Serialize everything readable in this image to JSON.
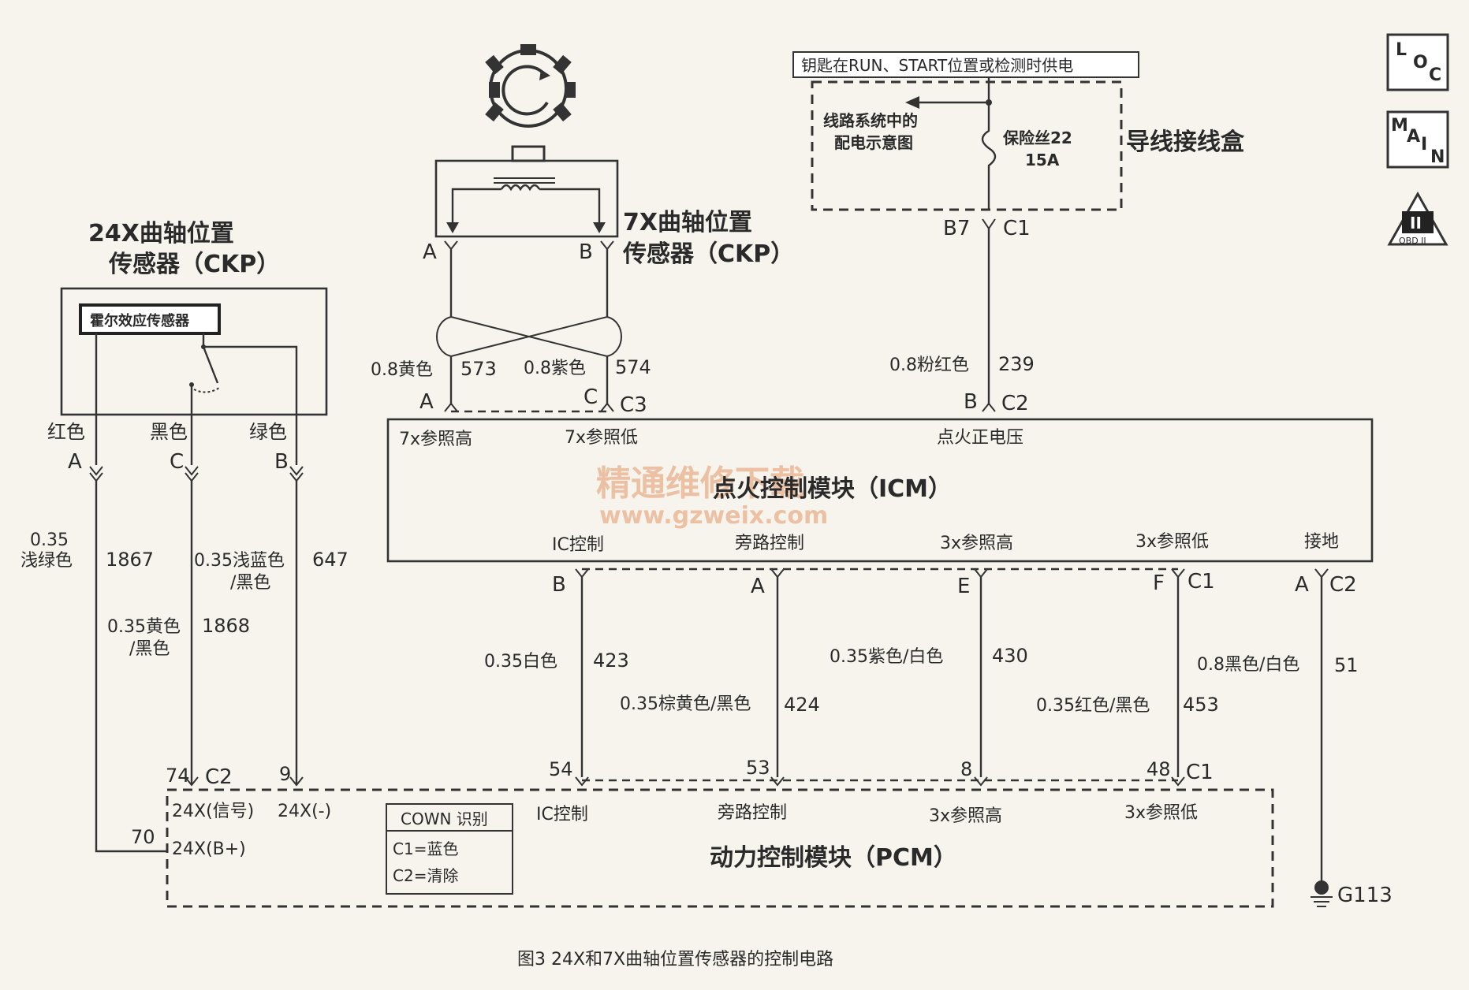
{
  "diagram": {
    "ckp24": {
      "title_line1": "24X曲轴位置",
      "title_line2": "传感器（CKP）",
      "hall_label": "霍尔效应传感器",
      "wire_colors": [
        "红色",
        "黑色",
        "绿色"
      ],
      "pins": [
        "A",
        "C",
        "B"
      ]
    },
    "ckp7": {
      "title_line1": "7X曲轴位置",
      "title_line2": "传感器（CKP）",
      "pin_a": "A",
      "pin_b": "B"
    },
    "junction": {
      "power_label": "钥匙在RUN、START位置或检测时供电",
      "dist_line1": "线路系统中的",
      "dist_line2": "配电示意图",
      "fuse_line1": "保险丝22",
      "fuse_line2": "15A",
      "title": "导线接线盒",
      "pin": "B7",
      "conn": "C1"
    },
    "wires": {
      "w573_color": "0.8黄色",
      "w573": "573",
      "w574_color": "0.8紫色",
      "w574": "574",
      "w239_color": "0.8粉红色",
      "w239": "239",
      "w1867_color_a": "0.35",
      "w1867_color_b": "浅绿色",
      "w1867": "1867",
      "w647_color_a": "0.35浅蓝色",
      "w647_color_b": "/黑色",
      "w647": "647",
      "w1868_color_a": "0.35黄色",
      "w1868_color_b": "/黑色",
      "w1868": "1868",
      "w423_color": "0.35白色",
      "w423": "423",
      "w424_color": "0.35棕黄色/黑色",
      "w424": "424",
      "w430_color": "0.35紫色/白色",
      "w430": "430",
      "w453_color": "0.35红色/黑色",
      "w453": "453",
      "w51_color": "0.8黑色/白色",
      "w51": "51"
    },
    "icm": {
      "title": "点火控制模块（ICM）",
      "in_labels": [
        "7x参照高",
        "7x参照低",
        "点火正电压"
      ],
      "out_labels": [
        "IC控制",
        "旁路控制",
        "3x参照高",
        "3x参照低",
        "接地"
      ],
      "top_pins": [
        "A",
        "C",
        "C3",
        "B",
        "C2"
      ],
      "bottom_pins": [
        "B",
        "A",
        "E",
        "F",
        "C1",
        "A",
        "C2"
      ]
    },
    "pcm": {
      "title": "动力控制模块（PCM）",
      "labels": [
        "24X(信号)",
        "24X(-)",
        "24X(B+)",
        "IC控制",
        "旁路控制",
        "3x参照高",
        "3x参照低"
      ],
      "pins": [
        "74",
        "C2",
        "9",
        "70",
        "54",
        "53",
        "8",
        "48",
        "C1"
      ],
      "cown_title": "COWN 识别",
      "cown_c1": "C1=蓝色",
      "cown_c2": "C2=清除"
    },
    "ground": "G113",
    "icons": {
      "loc": [
        "L",
        "O",
        "C"
      ],
      "main": [
        "M",
        "A",
        "I",
        "N"
      ],
      "obd": "OBD II",
      "obd_mark": "II"
    },
    "watermark_cn": "精通维修下载",
    "watermark_url": "www.gzweix.com",
    "caption": "图3  24X和7X曲轴位置传感器的控制电路"
  }
}
